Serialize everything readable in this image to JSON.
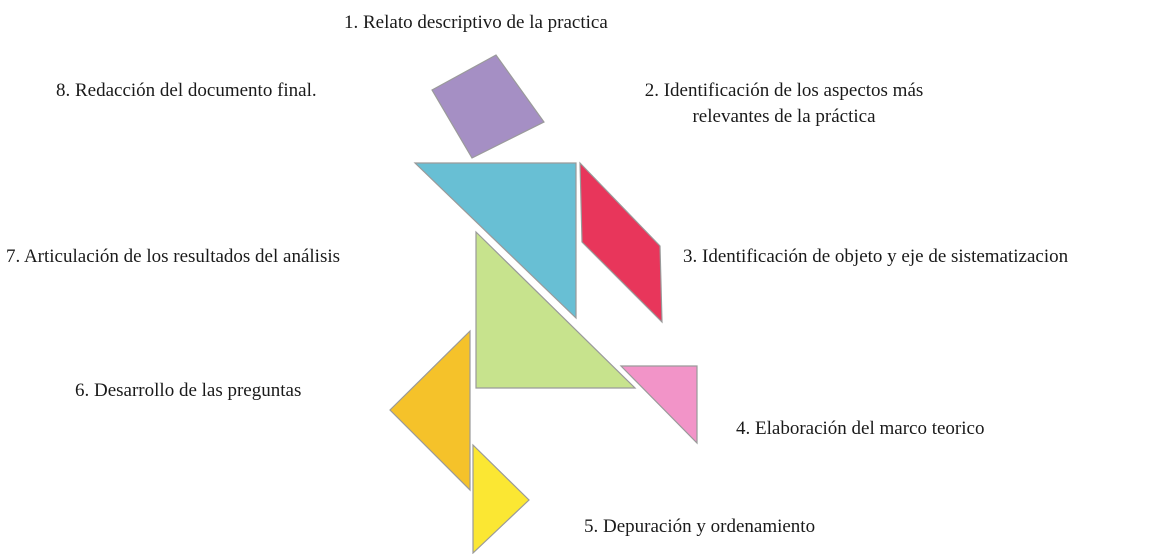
{
  "steps": {
    "s1": "1. Relato descriptivo de la practica",
    "s2_line1": "2. Identificación de los aspectos más",
    "s2_line2": "relevantes de la práctica",
    "s3": "3. Identificación de objeto y eje de sistematizacion",
    "s4": "4. Elaboración del marco teorico",
    "s5": "5. Depuración y ordenamiento",
    "s6": "6. Desarrollo de las preguntas",
    "s7": "7. Articulación de los resultados del análisis",
    "s8": "8. Redacción del documento final."
  },
  "colors": {
    "square": "#a58fc4",
    "big_triangle_top": "#68bfd4",
    "parallelogram": "#e8365b",
    "big_triangle_mid": "#c7e38d",
    "small_triangle_pink": "#f294c8",
    "medium_triangle_orange": "#f5c22a",
    "small_triangle_yellow": "#fbe733"
  }
}
